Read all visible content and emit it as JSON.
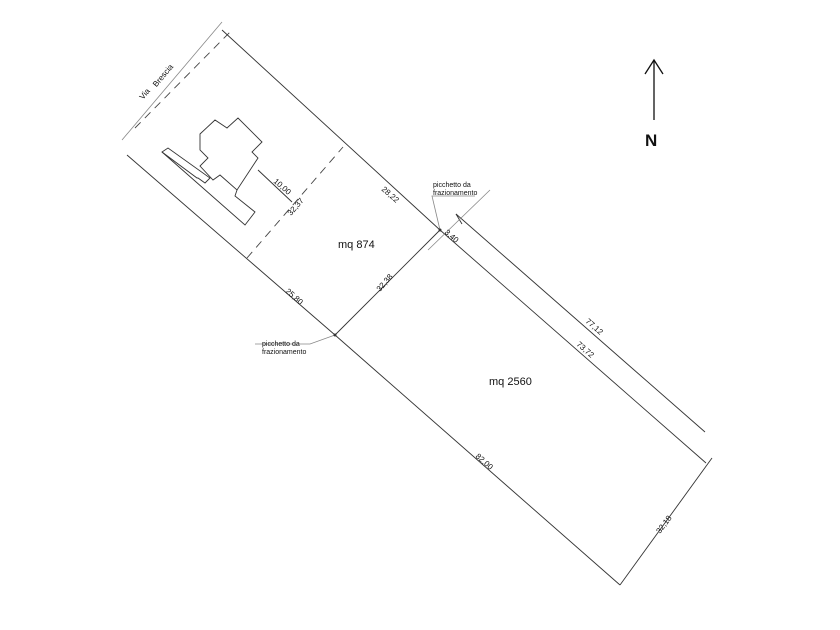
{
  "street": {
    "word1": "Via",
    "word2": "Brescia"
  },
  "parcels": [
    {
      "label": "mq 874"
    },
    {
      "label": "mq 2560"
    }
  ],
  "dimensions": {
    "house_offset": "10,00",
    "dashed_width": "32,37",
    "north_upper": "28,22",
    "small_offset": "3,40",
    "south_upper": "25,80",
    "divider": "32,38",
    "north_outer": "77,12",
    "north_inner": "73,72",
    "south_lower": "82,00",
    "end_width": "32,18"
  },
  "notes": {
    "stake_top_line1": "picchetto da",
    "stake_top_line2": "frazionamento",
    "stake_bottom_line1": "picchetto da",
    "stake_bottom_line2": "frazionamento"
  },
  "north_arrow": {
    "label": "N"
  }
}
